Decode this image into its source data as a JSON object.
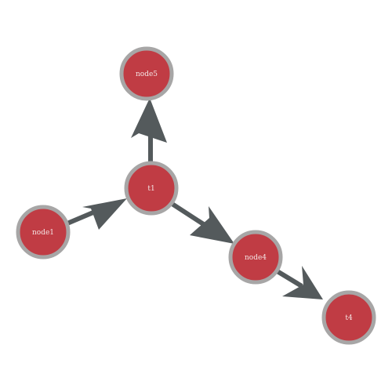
{
  "colors": {
    "background": "#ffffff",
    "node_fill": "#c03c44",
    "node_border": "#a7a6a6",
    "edge": "#545a5c",
    "label": "#f4e6e6"
  },
  "nodes": [
    {
      "id": "node5",
      "label": "node5"
    },
    {
      "id": "t1",
      "label": "t1"
    },
    {
      "id": "node1",
      "label": "node1"
    },
    {
      "id": "node4",
      "label": "node4"
    },
    {
      "id": "t4",
      "label": "t4"
    }
  ],
  "edges": [
    {
      "from": "node1",
      "to": "t1"
    },
    {
      "from": "t1",
      "to": "node5"
    },
    {
      "from": "t1",
      "to": "node4"
    },
    {
      "from": "node4",
      "to": "t4"
    }
  ]
}
